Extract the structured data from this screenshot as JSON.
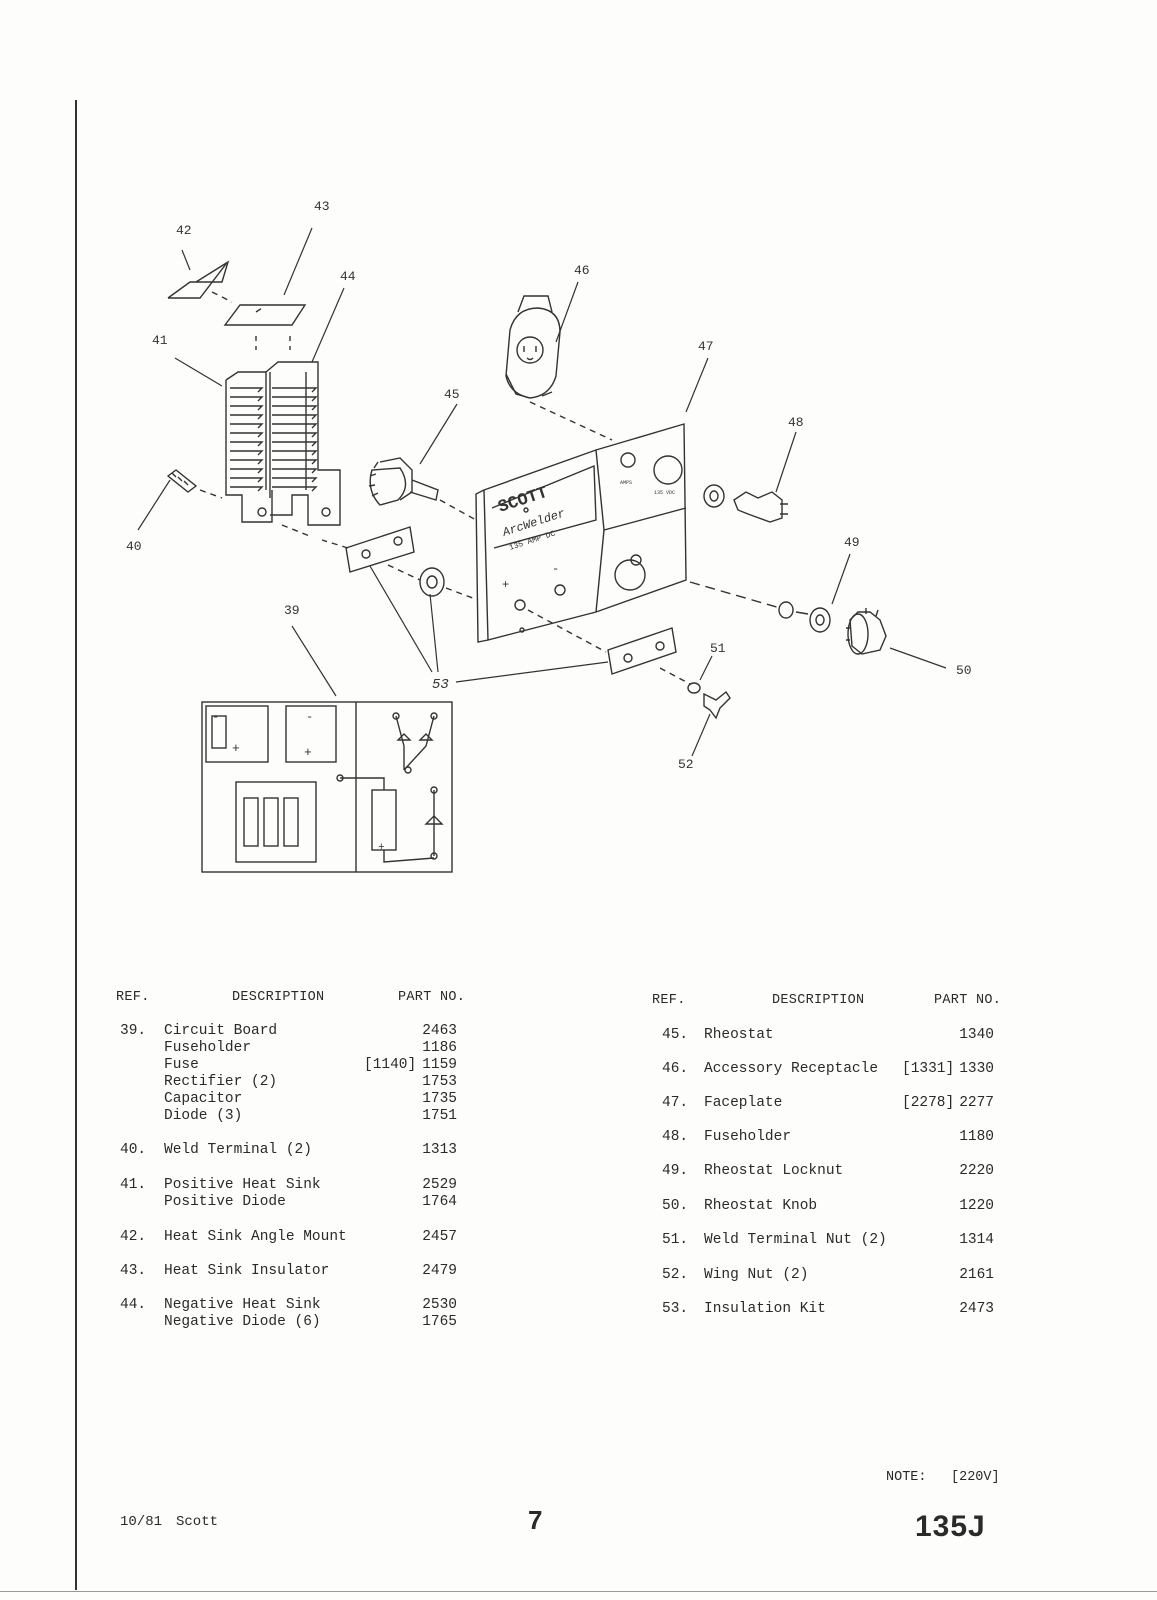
{
  "diagram": {
    "callouts": {
      "c39": "39",
      "c40": "40",
      "c41": "41",
      "c42": "42",
      "c43": "43",
      "c44": "44",
      "c45": "45",
      "c46": "46",
      "c47": "47",
      "c48": "48",
      "c49": "49",
      "c50": "50",
      "c51": "51",
      "c52": "52",
      "c53": "53"
    },
    "faceplate": {
      "brand": "SCOTT",
      "model": "ArcWelder",
      "rating": "135 AMP DC",
      "amps": "AMPS",
      "dc": "135 VDC"
    }
  },
  "left_table": {
    "headers": {
      "ref": "REF.",
      "description": "DESCRIPTION",
      "part": "PART NO."
    },
    "rows": [
      {
        "ref": "39.",
        "lines": [
          {
            "desc": "Circuit Board",
            "alt": "",
            "part": "2463"
          },
          {
            "desc": "Fuseholder",
            "alt": "",
            "part": "1186"
          },
          {
            "desc": "Fuse",
            "alt": "[1140]",
            "part": "1159"
          },
          {
            "desc": "Rectifier (2)",
            "alt": "",
            "part": "1753"
          },
          {
            "desc": "Capacitor",
            "alt": "",
            "part": "1735"
          },
          {
            "desc": "Diode (3)",
            "alt": "",
            "part": "1751"
          }
        ]
      },
      {
        "ref": "40.",
        "lines": [
          {
            "desc": "Weld Terminal (2)",
            "alt": "",
            "part": "1313"
          }
        ]
      },
      {
        "ref": "41.",
        "lines": [
          {
            "desc": "Positive Heat Sink",
            "alt": "",
            "part": "2529"
          },
          {
            "desc": "Positive Diode",
            "alt": "",
            "part": "1764"
          }
        ]
      },
      {
        "ref": "42.",
        "lines": [
          {
            "desc": "Heat Sink Angle Mount",
            "alt": "",
            "part": "2457"
          }
        ]
      },
      {
        "ref": "43.",
        "lines": [
          {
            "desc": "Heat Sink Insulator",
            "alt": "",
            "part": "2479"
          }
        ]
      },
      {
        "ref": "44.",
        "lines": [
          {
            "desc": "Negative Heat Sink",
            "alt": "",
            "part": "2530"
          },
          {
            "desc": "Negative Diode (6)",
            "alt": "",
            "part": "1765"
          }
        ]
      }
    ]
  },
  "right_table": {
    "headers": {
      "ref": "REF.",
      "description": "DESCRIPTION",
      "part": "PART NO."
    },
    "rows": [
      {
        "ref": "45.",
        "desc": "Rheostat",
        "alt": "",
        "part": "1340"
      },
      {
        "ref": "46.",
        "desc": "Accessory Receptacle",
        "alt": "[1331]",
        "part": "1330"
      },
      {
        "ref": "47.",
        "desc": "Faceplate",
        "alt": "[2278]",
        "part": "2277"
      },
      {
        "ref": "48.",
        "desc": "Fuseholder",
        "alt": "",
        "part": "1180"
      },
      {
        "ref": "49.",
        "desc": "Rheostat Locknut",
        "alt": "",
        "part": "2220"
      },
      {
        "ref": "50.",
        "desc": "Rheostat Knob",
        "alt": "",
        "part": "1220"
      },
      {
        "ref": "51.",
        "desc": "Weld Terminal Nut (2)",
        "alt": "",
        "part": "1314"
      },
      {
        "ref": "52.",
        "desc": "Wing Nut (2)",
        "alt": "",
        "part": "2161"
      },
      {
        "ref": "53.",
        "desc": "Insulation Kit",
        "alt": "",
        "part": "2473"
      }
    ]
  },
  "footer": {
    "date": "10/81",
    "brand": "Scott",
    "page": "7",
    "note_label": "NOTE:",
    "note_value": "[220V]",
    "model": "135J"
  }
}
